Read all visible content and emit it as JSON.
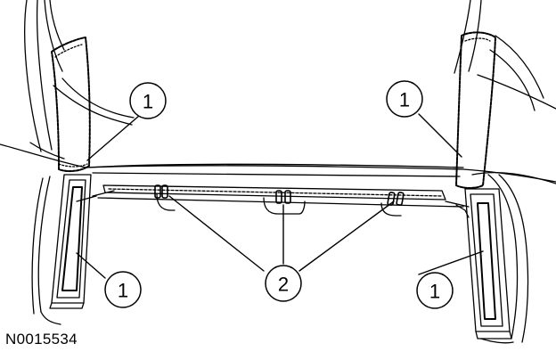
{
  "figure_id": "N0015534",
  "colors": {
    "line": "#000000",
    "background": "#ffffff"
  },
  "callouts": [
    {
      "label": "1"
    },
    {
      "label": "1"
    },
    {
      "label": "1"
    },
    {
      "label": "1"
    },
    {
      "label": "2"
    }
  ]
}
